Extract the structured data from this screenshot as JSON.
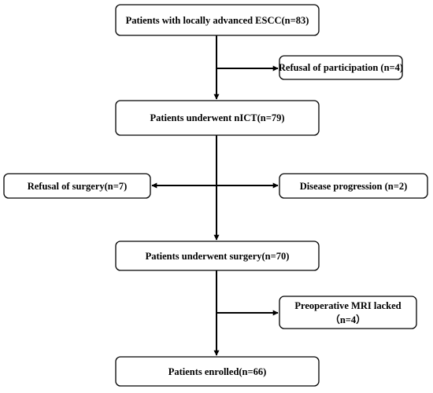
{
  "flowchart": {
    "nodes": {
      "screened": "Patients with locally advanced ESCC(n=83)",
      "refusal_participation": "Refusal of participation (n=4)",
      "nict": "Patients underwent nICT(n=79)",
      "refusal_surgery": "Refusal of surgery(n=7)",
      "disease_progression": "Disease progression (n=2)",
      "surgery": "Patients underwent surgery(n=70)",
      "mri_lacked_line1": "Preoperative MRI lacked",
      "mri_lacked_line2": "（n=4）",
      "enrolled": "Patients enrolled(n=66)"
    }
  }
}
